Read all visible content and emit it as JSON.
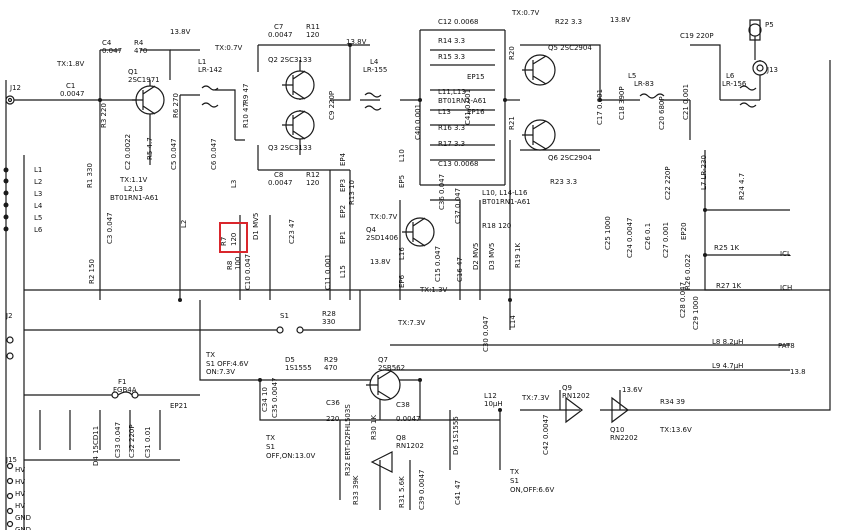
{
  "diagram": {
    "highlight_color": "#d9262c",
    "line_color": "#1a1a1a",
    "connectors": {
      "j12": "J12",
      "j2": "J2",
      "j13": "J13",
      "p5": "P5",
      "j15": "J15",
      "l_pins": [
        "L1",
        "L2",
        "L3",
        "L4",
        "L5",
        "L6"
      ],
      "bottom_pins": [
        "HV",
        "HV",
        "HV",
        "GND",
        "GND"
      ],
      "bottom_pin_top": "HV"
    },
    "transistors": {
      "q1": "Q1\n2SC1971",
      "q2": "Q2 2SC3133",
      "q3": "Q3 2SC3133",
      "q4": "Q4\n2SD1406",
      "q5": "Q5 2SC2904",
      "q6": "Q6 2SC2904",
      "q7": "Q7\n2SB562",
      "q8": "Q8\nRN1202",
      "q9": "Q9\nRN1202",
      "q10": "Q10\nRN2202"
    },
    "labels": [
      {
        "id": "tx18",
        "t": "TX:1.8V"
      },
      {
        "id": "c4",
        "t": "C4"
      },
      {
        "id": "c4v",
        "t": "0.047"
      },
      {
        "id": "r4",
        "t": "R4"
      },
      {
        "id": "r4v",
        "t": "470"
      },
      {
        "id": "v138a",
        "t": "13.8V"
      },
      {
        "id": "tx07a",
        "t": "TX:0.7V"
      },
      {
        "id": "c7",
        "t": "C7"
      },
      {
        "id": "c7v",
        "t": "0.0047"
      },
      {
        "id": "r11",
        "t": "R11"
      },
      {
        "id": "r11v",
        "t": "120"
      },
      {
        "id": "v138b",
        "t": "13.8V"
      },
      {
        "id": "l1",
        "t": "L1"
      },
      {
        "id": "l1v",
        "t": "LR-142"
      },
      {
        "id": "l4",
        "t": "L4"
      },
      {
        "id": "l4v",
        "t": "LR-155"
      },
      {
        "id": "c1",
        "t": "C1"
      },
      {
        "id": "c1v",
        "t": "0.0047"
      },
      {
        "id": "r3",
        "t": "R3 220"
      },
      {
        "id": "r6",
        "t": "R6 270"
      },
      {
        "id": "r9",
        "t": "R9 47"
      },
      {
        "id": "r10",
        "t": "R10 47"
      },
      {
        "id": "c9",
        "t": "C9 220P"
      },
      {
        "id": "c2",
        "t": "C2 0.0022"
      },
      {
        "id": "r5",
        "t": "R5 4.7"
      },
      {
        "id": "c5",
        "t": "C5 0.047"
      },
      {
        "id": "tx11",
        "t": "TX:1.1V"
      },
      {
        "id": "l2l3",
        "t": "L2,L3"
      },
      {
        "id": "bt1",
        "t": "BT01RN1-A61"
      },
      {
        "id": "c8",
        "t": "C8"
      },
      {
        "id": "c8v",
        "t": "0.0047"
      },
      {
        "id": "r12",
        "t": "R12"
      },
      {
        "id": "r12v",
        "t": "120"
      },
      {
        "id": "c6",
        "t": "C6 0.047"
      },
      {
        "id": "l3",
        "t": "L3"
      },
      {
        "id": "r1",
        "t": "R1 330"
      },
      {
        "id": "c3",
        "t": "C3 0.047"
      },
      {
        "id": "r2",
        "t": "R2 150"
      },
      {
        "id": "l2",
        "t": "L2"
      },
      {
        "id": "r7",
        "t": "R7"
      },
      {
        "id": "r7v",
        "t": "120"
      },
      {
        "id": "r8",
        "t": "R8"
      },
      {
        "id": "r8v",
        "t": "100"
      },
      {
        "id": "d1",
        "t": "D1 MV5"
      },
      {
        "id": "c23",
        "t": "C23 47"
      },
      {
        "id": "c10",
        "t": "C10 0.047"
      },
      {
        "id": "c11",
        "t": "C11 0.001"
      },
      {
        "id": "l15",
        "t": "L15"
      },
      {
        "id": "ep1",
        "t": "EP1"
      },
      {
        "id": "ep2",
        "t": "EP2"
      },
      {
        "id": "ep3",
        "t": "EP3"
      },
      {
        "id": "ep4",
        "t": "EP4"
      },
      {
        "id": "r13",
        "t": "R13 10"
      },
      {
        "id": "tx07b",
        "t": "TX:0.7V"
      },
      {
        "id": "v138c",
        "t": "13.8V"
      },
      {
        "id": "c12",
        "t": "C12 0.0068"
      },
      {
        "id": "r14",
        "t": "R14 3.3"
      },
      {
        "id": "r15",
        "t": "R15 3.3"
      },
      {
        "id": "ep15",
        "t": "EP15"
      },
      {
        "id": "bt2",
        "t": "BT01RN1-A61"
      },
      {
        "id": "l11l13",
        "t": "L11,L13"
      },
      {
        "id": "l13",
        "t": "L13"
      },
      {
        "id": "ep16",
        "t": "EP16"
      },
      {
        "id": "r16",
        "t": "R16 3.3"
      },
      {
        "id": "r17",
        "t": "R17 3.3"
      },
      {
        "id": "c13",
        "t": "C13 0.0068"
      },
      {
        "id": "c40",
        "t": "C40 0.001"
      },
      {
        "id": "c41a",
        "t": "C41 0.001"
      },
      {
        "id": "l10",
        "t": "L10"
      },
      {
        "id": "ep5",
        "t": "EP5"
      },
      {
        "id": "c36a",
        "t": "C36 0.047"
      },
      {
        "id": "c37",
        "t": "C37 0.047"
      },
      {
        "id": "l10l14",
        "t": "L10, L14-L16"
      },
      {
        "id": "bt3",
        "t": "BT01RN1-A61"
      },
      {
        "id": "r18",
        "t": "R18 120"
      },
      {
        "id": "c15",
        "t": "C15 0.047"
      },
      {
        "id": "c16",
        "t": "C16 47"
      },
      {
        "id": "d2",
        "t": "D2 MV5"
      },
      {
        "id": "d3",
        "t": "D3 MV5"
      },
      {
        "id": "r19",
        "t": "R19 1K"
      },
      {
        "id": "l16",
        "t": "L16"
      },
      {
        "id": "ep6",
        "t": "EP6"
      },
      {
        "id": "tx13",
        "t": "TX:1.3V"
      },
      {
        "id": "tx07c",
        "t": "TX:0.7V"
      },
      {
        "id": "r22",
        "t": "R22 3.3"
      },
      {
        "id": "v138d",
        "t": "13.8V"
      },
      {
        "id": "r20",
        "t": "R20"
      },
      {
        "id": "r21",
        "t": "R21"
      },
      {
        "id": "c17",
        "t": "C17 0.001"
      },
      {
        "id": "c18",
        "t": "C18 390P"
      },
      {
        "id": "l5",
        "t": "L5"
      },
      {
        "id": "l5v",
        "t": "LR-83"
      },
      {
        "id": "c20",
        "t": "C20 680P"
      },
      {
        "id": "c21",
        "t": "C21 0.001"
      },
      {
        "id": "c19",
        "t": "C19 220P"
      },
      {
        "id": "l6",
        "t": "L6"
      },
      {
        "id": "l6v",
        "t": "LR-156"
      },
      {
        "id": "c22",
        "t": "C22 220P"
      },
      {
        "id": "l7",
        "t": "L7 LR-230"
      },
      {
        "id": "r24",
        "t": "R24 4.7"
      },
      {
        "id": "r23",
        "t": "R23 3.3"
      },
      {
        "id": "c25",
        "t": "C25 1000"
      },
      {
        "id": "c24",
        "t": "C24 0.0047"
      },
      {
        "id": "c26",
        "t": "C26 0.1"
      },
      {
        "id": "c27",
        "t": "C27 0.001"
      },
      {
        "id": "ep20",
        "t": "EP20"
      },
      {
        "id": "r25",
        "t": "R25 1K"
      },
      {
        "id": "icl",
        "t": "ICL"
      },
      {
        "id": "r26",
        "t": "R26 0.022"
      },
      {
        "id": "r27",
        "t": "R27 1K"
      },
      {
        "id": "ich",
        "t": "ICH"
      },
      {
        "id": "c28",
        "t": "C28 0.047"
      },
      {
        "id": "c29",
        "t": "C29 1000"
      },
      {
        "id": "l8",
        "t": "L8 8.2µH"
      },
      {
        "id": "pat8",
        "t": "PAT8"
      },
      {
        "id": "l9",
        "t": "L9 4.7µH"
      },
      {
        "id": "v138e",
        "t": "13.8"
      },
      {
        "id": "s1",
        "t": "S1"
      },
      {
        "id": "r28",
        "t": "R28"
      },
      {
        "id": "r28v",
        "t": "330"
      },
      {
        "id": "tx73a",
        "t": "TX:7.3V"
      },
      {
        "id": "c30",
        "t": "C30 0.047"
      },
      {
        "id": "l14",
        "t": "L14"
      },
      {
        "id": "f1",
        "t": "F1"
      },
      {
        "id": "f1v",
        "t": "FGB4A"
      },
      {
        "id": "ep21",
        "t": "EP21"
      },
      {
        "id": "txs1a",
        "t": "TX"
      },
      {
        "id": "s1off",
        "t": "S1 OFF:4.6V"
      },
      {
        "id": "s1on",
        "t": "ON:7.3V"
      },
      {
        "id": "d5",
        "t": "D5"
      },
      {
        "id": "d5v",
        "t": "1S1555"
      },
      {
        "id": "r29",
        "t": "R29"
      },
      {
        "id": "r29v",
        "t": "470"
      },
      {
        "id": "c34",
        "t": "C34 10"
      },
      {
        "id": "c35",
        "t": "C35 0.0047"
      },
      {
        "id": "c36",
        "t": "C36"
      },
      {
        "id": "c36v",
        "t": "220"
      },
      {
        "id": "c38",
        "t": "C38"
      },
      {
        "id": "c38v",
        "t": "0.0047"
      },
      {
        "id": "d4",
        "t": "D4 15CD11"
      },
      {
        "id": "c33",
        "t": "C33 0.047"
      },
      {
        "id": "c32",
        "t": "C32 220P"
      },
      {
        "id": "c31",
        "t": "C31 0.01"
      },
      {
        "id": "txs1b",
        "t": "TX"
      },
      {
        "id": "s1b",
        "t": "S1"
      },
      {
        "id": "offon",
        "t": "OFF,ON:13.0V"
      },
      {
        "id": "r32",
        "t": "R32 ERT-D2FHL503S"
      },
      {
        "id": "r30",
        "t": "R30 1K"
      },
      {
        "id": "r33",
        "t": "R33 39K"
      },
      {
        "id": "r31",
        "t": "R31 5.6K"
      },
      {
        "id": "c39",
        "t": "C39 0.0047"
      },
      {
        "id": "c41",
        "t": "C41 47"
      },
      {
        "id": "d6",
        "t": "D6 1S1555"
      },
      {
        "id": "l12",
        "t": "L12"
      },
      {
        "id": "l12v",
        "t": "10µH"
      },
      {
        "id": "tx73b",
        "t": "TX:7.3V"
      },
      {
        "id": "c42",
        "t": "C42 0.0047"
      },
      {
        "id": "v136",
        "t": "13.6V"
      },
      {
        "id": "r34",
        "t": "R34 39"
      },
      {
        "id": "tx136",
        "t": "TX:13.6V"
      },
      {
        "id": "txs1c",
        "t": "TX"
      },
      {
        "id": "s1c",
        "t": "S1"
      },
      {
        "id": "onoff",
        "t": "ON,OFF:6.6V"
      }
    ]
  }
}
